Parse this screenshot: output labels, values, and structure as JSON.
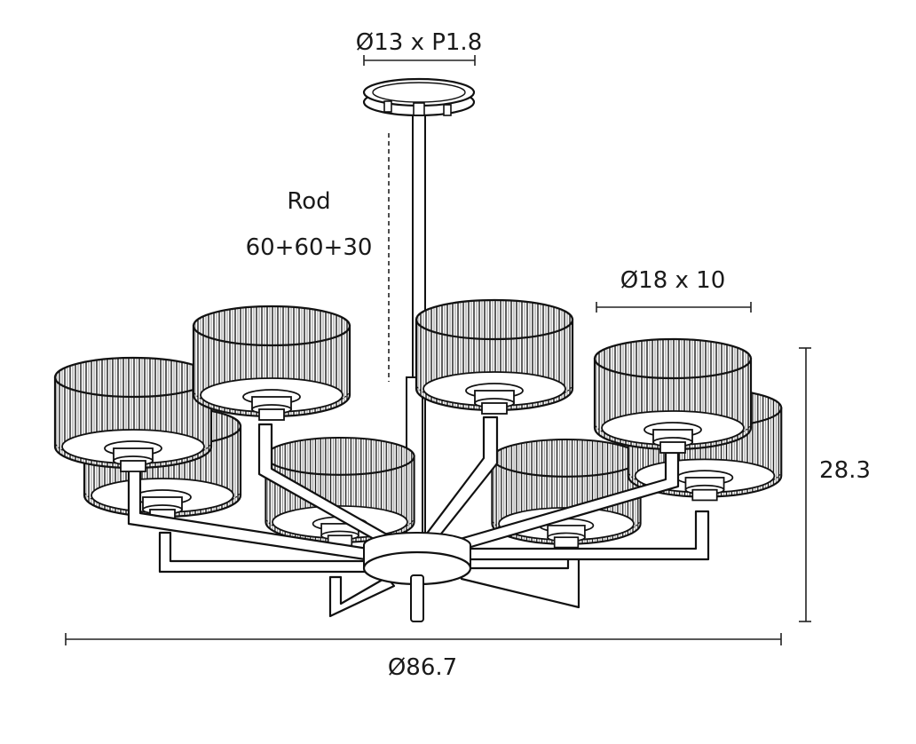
{
  "labels": {
    "canopy_dim": "Ø13 x P1.8",
    "rod_title": "Rod",
    "rod_dim": "60+60+30",
    "shade_dim": "Ø18 x 10",
    "height_dim": "28.3",
    "width_dim": "Ø86.7"
  },
  "colors": {
    "line": "#111111",
    "background": "#ffffff"
  }
}
